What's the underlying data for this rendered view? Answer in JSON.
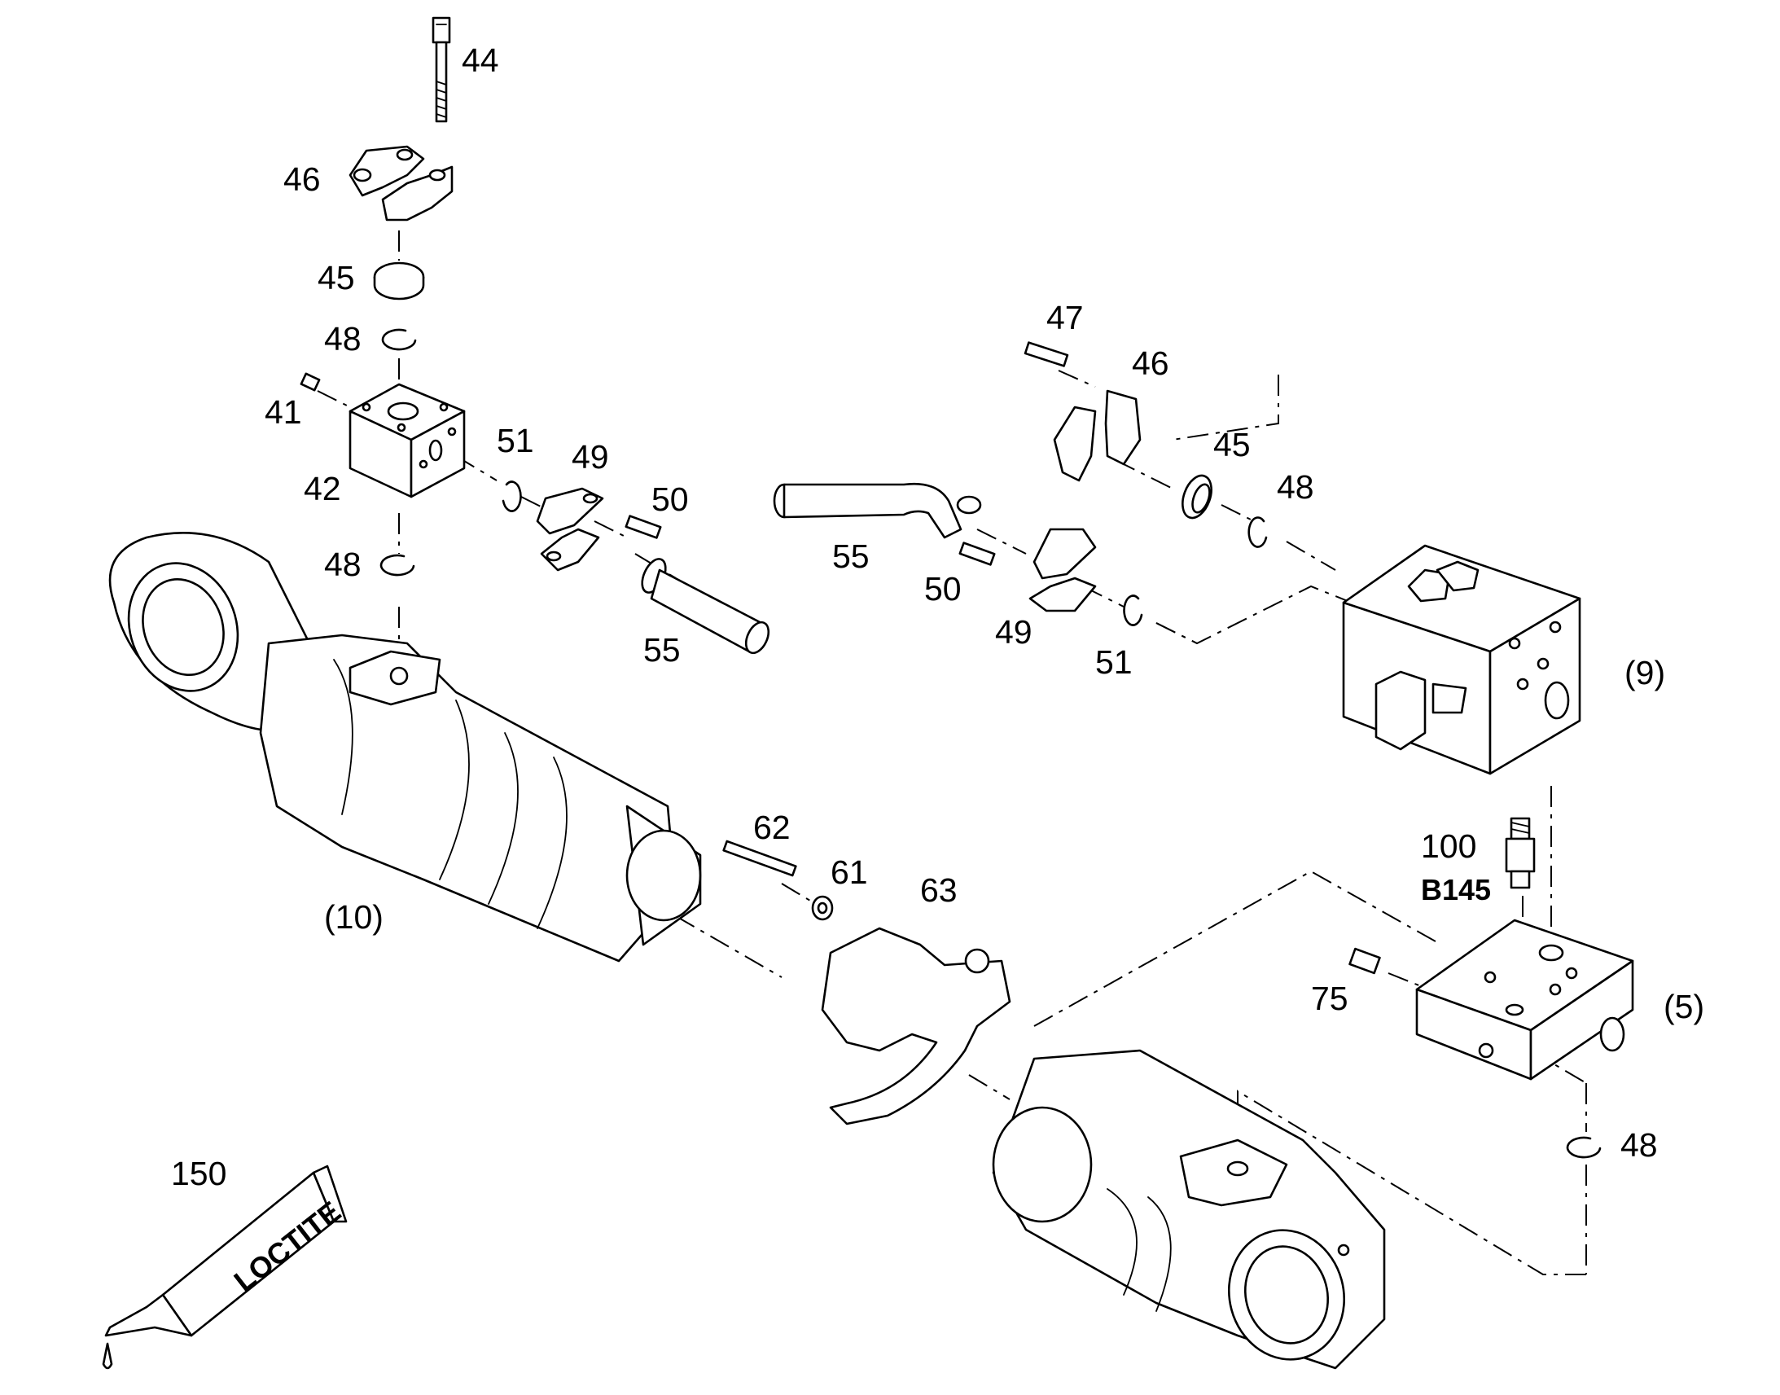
{
  "callouts": {
    "c44": "44",
    "c46a": "46",
    "c45a": "45",
    "c48a": "48",
    "c41": "41",
    "c42": "42",
    "c48b": "48",
    "c51a": "51",
    "c49a": "49",
    "c50a": "50",
    "c55a": "55",
    "c47": "47",
    "c46b": "46",
    "c45b": "45",
    "c48c": "48",
    "c55b": "55",
    "c50b": "50",
    "c49b": "49",
    "c51b": "51",
    "c9": "(9)",
    "c10": "(10)",
    "c62": "62",
    "c61": "61",
    "c63": "63",
    "c100": "100",
    "cB145": "B145",
    "c75": "75",
    "c5": "(5)",
    "c48d": "48",
    "c150": "150"
  },
  "tube_text": "LOCTITE"
}
